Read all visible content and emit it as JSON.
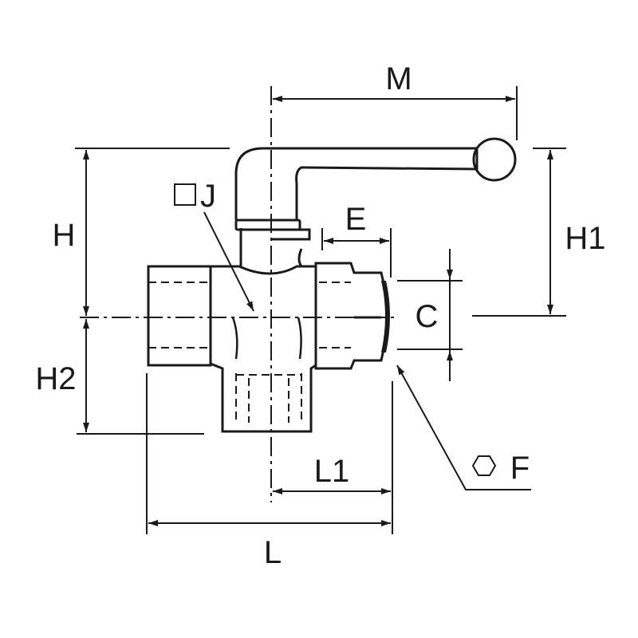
{
  "labels": {
    "M": "M",
    "J": "J",
    "H": "H",
    "H1": "H1",
    "E": "E",
    "C": "C",
    "H2": "H2",
    "F": "F",
    "L1": "L1",
    "L": "L"
  },
  "symbols": {
    "square": "square-symbol",
    "hexagon": "hexagon-symbol"
  },
  "colors": {
    "line": "#1a1a1a",
    "background": "#ffffff"
  }
}
